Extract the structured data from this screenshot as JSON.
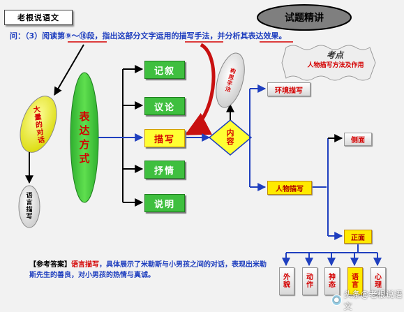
{
  "header": {
    "label": "老根说语文"
  },
  "question": {
    "prefix": "问：（3）阅读第⑨～⑱段，指出这部分文字运用的",
    "emph1": "描写手法",
    "middle": "，并分析其",
    "emph2": "表达效果",
    "suffix": "。"
  },
  "title_oval": {
    "label": "试题精讲"
  },
  "kaodian": {
    "title": "考点",
    "subtitle": "人物描写方法及作用"
  },
  "ellipses": {
    "dialog": [
      "大",
      "量",
      "的",
      "对",
      "话"
    ],
    "language": [
      "语",
      "言",
      "描",
      "写"
    ],
    "expression": [
      "表",
      "达",
      "方",
      "式"
    ],
    "character": [
      "构",
      "思",
      "手",
      "法"
    ]
  },
  "expressions": [
    "记叙",
    "议论",
    "描写",
    "抒情",
    "说明"
  ],
  "content_label": [
    "内",
    "容"
  ],
  "branches": {
    "environment": "环境描写",
    "character": "人物描写"
  },
  "perspective": {
    "side": "侧面",
    "front": "正面"
  },
  "methods": [
    [
      "外",
      "貌"
    ],
    [
      "动",
      "作"
    ],
    [
      "神",
      "态"
    ],
    [
      "语",
      "言"
    ],
    [
      "心",
      "理"
    ]
  ],
  "answer": {
    "tag": "【参考答案】",
    "highlight": "语言描写",
    "rest": "，具体展示了米勒斯与小男孩之间的对话，表现出米勒斯先生的善良，对小男孩的热情与真诚。"
  },
  "watermark": {
    "text": "头条@老根说语文"
  },
  "colors": {
    "flow": "#1f3fbf",
    "green": "#3fbf3f",
    "yellow": "#ffff33",
    "red": "#d40000"
  }
}
